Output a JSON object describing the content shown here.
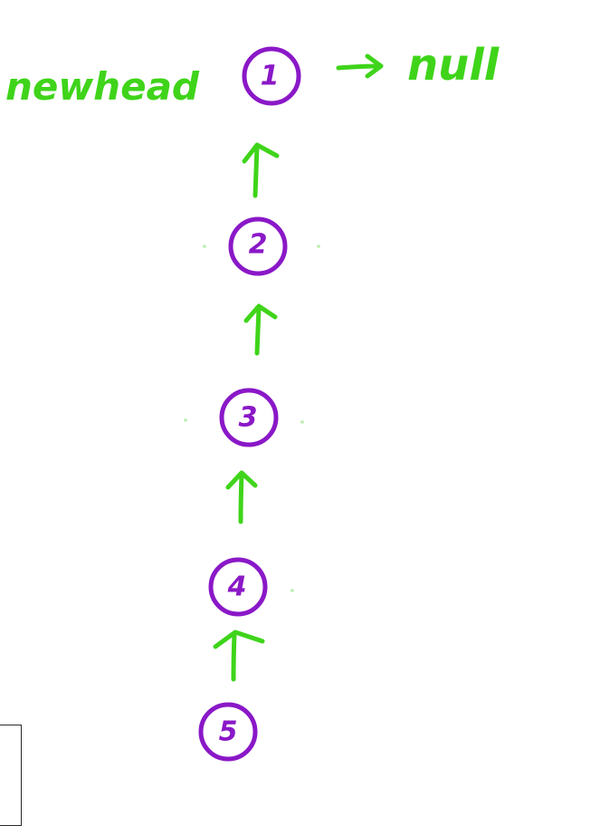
{
  "diagram": {
    "head_label": "newhead",
    "null_label": "null",
    "nodes": [
      {
        "label": "1"
      },
      {
        "label": "2"
      },
      {
        "label": "3"
      },
      {
        "label": "4"
      },
      {
        "label": "5"
      }
    ],
    "colors": {
      "ink_green": "#3fd41a",
      "ink_purple": "#8a18c7"
    }
  }
}
